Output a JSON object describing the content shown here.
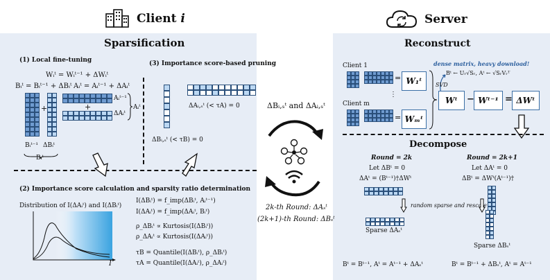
{
  "header": {
    "client_title": "Client",
    "client_sub": "i",
    "server_title": "Server"
  },
  "client": {
    "section_title": "Sparsification",
    "step1": "(1) Local fine-tuning",
    "step1_eq_w": "Wᵢᵗ = Wᵢᵗ⁻¹ + ΔWᵢᵗ",
    "step1_eq_b": "Bᵢᵗ = Bᵢᵗ⁻¹ + ΔBᵢᵗ",
    "step1_eq_a": "Aᵢᵗ = Aᵢᵗ⁻¹ + ΔAᵢᵗ",
    "label_a_prev": "Aᵢᵗ⁻¹",
    "label_a_delta": "ΔAᵢᵗ",
    "label_a": "Aᵢᵗ",
    "label_b_prev": "Bᵢᵗ⁻¹",
    "label_b_delta": "ΔBᵢᵗ",
    "label_b": "Bᵢᵗ",
    "step3": "(3) Importance score-based pruning",
    "prune_a": "ΔAᵢ,ₛᵗ (< τA) = 0",
    "prune_b": "ΔBᵢ,ₛᵗ (< τB) = 0",
    "step2": "(2) Importance score calculation and sparsity ratio determination",
    "dist_title": "Distribution of I(ΔAᵢᵗ) and I(ΔBᵢᵗ)",
    "axis_i": "I",
    "eq1": "I(ΔBᵢᵗ) = f_imp(ΔBᵢᵗ, Aᵢᵗ⁻¹)",
    "eq2": "I(ΔAᵢᵗ) = f_imp(ΔAᵢᵗ, Bᵢᵗ)",
    "eq3": "ρ_ΔBᵢᵗ ∝ Kurtosis(I(ΔBᵢᵗ))",
    "eq4": "ρ_ΔAᵢᵗ ∝ Kurtosis(I(ΔAᵢᵗ))",
    "eq5": "τB = Quantile(I(ΔBᵢᵗ), ρ_ΔBᵢᵗ)",
    "eq6": "τA = Quantile(I(ΔAᵢᵗ), ρ_ΔAᵢᵗ)"
  },
  "middle": {
    "top_label": "ΔBᵢ,ₛᵗ and ΔAᵢ,ₛᵗ",
    "round_even": "2k-th Round: ΔAₛᵗ",
    "round_odd": "(2k+1)-th Round: ΔBₛᵗ"
  },
  "server": {
    "section_title": "Reconstruct",
    "client1": "Client 1",
    "clientm": "Client m",
    "w1": "W₁ᵗ",
    "wm": "Wₘᵗ",
    "dense_note": "dense matrix, heavy download!",
    "svd_eq1": "Bᵗ ← Uᵣ√Sᵣ, Aᵗ ← √SᵣVᵣᵀ",
    "svd": "SVD",
    "wt": "Wᵗ",
    "minus": "−",
    "wt_prev": "Wᵗ⁻¹",
    "equals": "=",
    "dwt": "ΔWᵗ",
    "decompose_title": "Decompose",
    "round_a_title": "Round = 2k",
    "round_a_let": "Let ΔBᵗ = 0",
    "round_a_eq": "ΔAᵗ = (Bᵗ⁻¹)†ΔWᵗ",
    "round_b_title": "Round = 2k+1",
    "round_b_let": "Let ΔAᵗ = 0",
    "round_b_eq": "ΔBᵗ = ΔWᵗ(Aᵗ⁻¹)†",
    "random_note": "random sparse and rescale",
    "sparse_a": "Sparse ΔAₛᵗ",
    "sparse_b": "Sparse ΔBₛᵗ",
    "final_a": "Bᵗ = Bᵗ⁻¹, Aᵗ = Aᵗ⁻¹ + ΔAₛᵗ",
    "final_b": "Bᵗ = Bᵗ⁻¹ + ΔBₛᵗ, Aᵗ = Aᵗ⁻¹"
  },
  "colors": {
    "panel_bg": "#e7edf6",
    "dark_cell": "#6f9bd0",
    "light_cell": "#bcd8f3",
    "accent_text": "#2c5f9e"
  }
}
